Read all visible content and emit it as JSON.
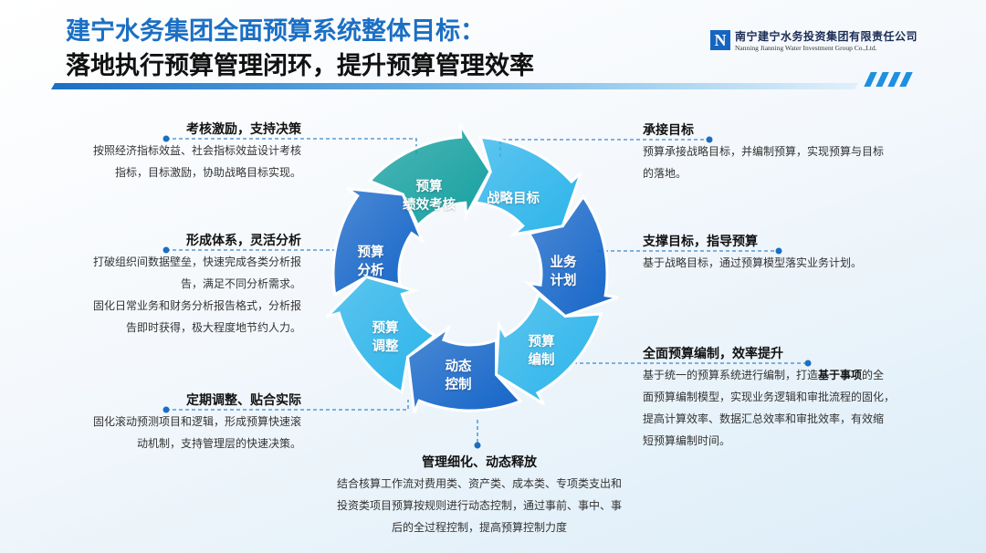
{
  "header": {
    "title_line1": "建宁水务集团全面预算系统整体目标：",
    "title_line2": "落地执行预算管理闭环，提升预算管理效率",
    "logo_mark": "N",
    "logo_cn": "南宁建宁水务投资集团有限责任公司",
    "logo_en": "Nanning Jianning Water Investment Group Co.,Ltd."
  },
  "cycle": {
    "segments": [
      {
        "line1": "战略目标",
        "line2": "",
        "color": "#2bb4ea"
      },
      {
        "line1": "业务",
        "line2": "计划",
        "color": "#1565c8"
      },
      {
        "line1": "预算",
        "line2": "编制",
        "color": "#2bb4ea"
      },
      {
        "line1": "动态",
        "line2": "控制",
        "color": "#1565c8"
      },
      {
        "line1": "预算",
        "line2": "调整",
        "color": "#2bb4ea"
      },
      {
        "line1": "预算",
        "line2": "分析",
        "color": "#1565c8"
      },
      {
        "line1": "预算",
        "line2": "绩效考核",
        "color": "#16a0a0"
      }
    ]
  },
  "notes": {
    "kaohe": {
      "title": "考核激励，支持决策",
      "lines": [
        "按照经济指标效益、社会指标效益设计考核",
        "指标，目标激励，协助战略目标实现。"
      ]
    },
    "tixi": {
      "title": "形成体系，灵活分析",
      "lines": [
        "打破组织间数据壁垒，快速完成各类分析报",
        "告，满足不同分析需求。",
        "固化日常业务和财务分析报告格式，分析报",
        "告即时获得，极大程度地节约人力。"
      ]
    },
    "tiaozheng": {
      "title": "定期调整、贴合实际",
      "lines": [
        "固化滚动预测项目和逻辑，形成预算快速滚",
        "动机制，支持管理层的快速决策。"
      ]
    },
    "chengjie": {
      "title": "承接目标",
      "lines": [
        "预算承接战略目标，并编制预算，实现预算与目标",
        "的落地。"
      ]
    },
    "zhicheng": {
      "title": "支撑目标，指导预算",
      "lines": [
        "基于战略目标，通过预算模型落实业务计划。"
      ]
    },
    "bianzhi": {
      "title": "全面预算编制，效率提升",
      "l1a": "基于统一的预算系统进行编制，打造",
      "l1b": "基于事项",
      "l1c": "的全",
      "lines": [
        "面预算编制模型，实现业务逻辑和审批流程的固化，",
        "提高计算效率、数据汇总效率和审批效率，有效缩",
        "短预算编制时间。"
      ]
    },
    "guanli": {
      "title": "管理细化、动态释放",
      "lines": [
        "结合核算工作流对费用类、资产类、成本类、专项类支出和",
        "投资类项目预算按规则进行动态控制，通过事前、事中、事",
        "后的全过程控制，提高预算控制力度"
      ]
    }
  },
  "colors": {
    "accent": "#1b6fc4",
    "dot": "#1a6fc4",
    "dash": "#3d86c8"
  }
}
